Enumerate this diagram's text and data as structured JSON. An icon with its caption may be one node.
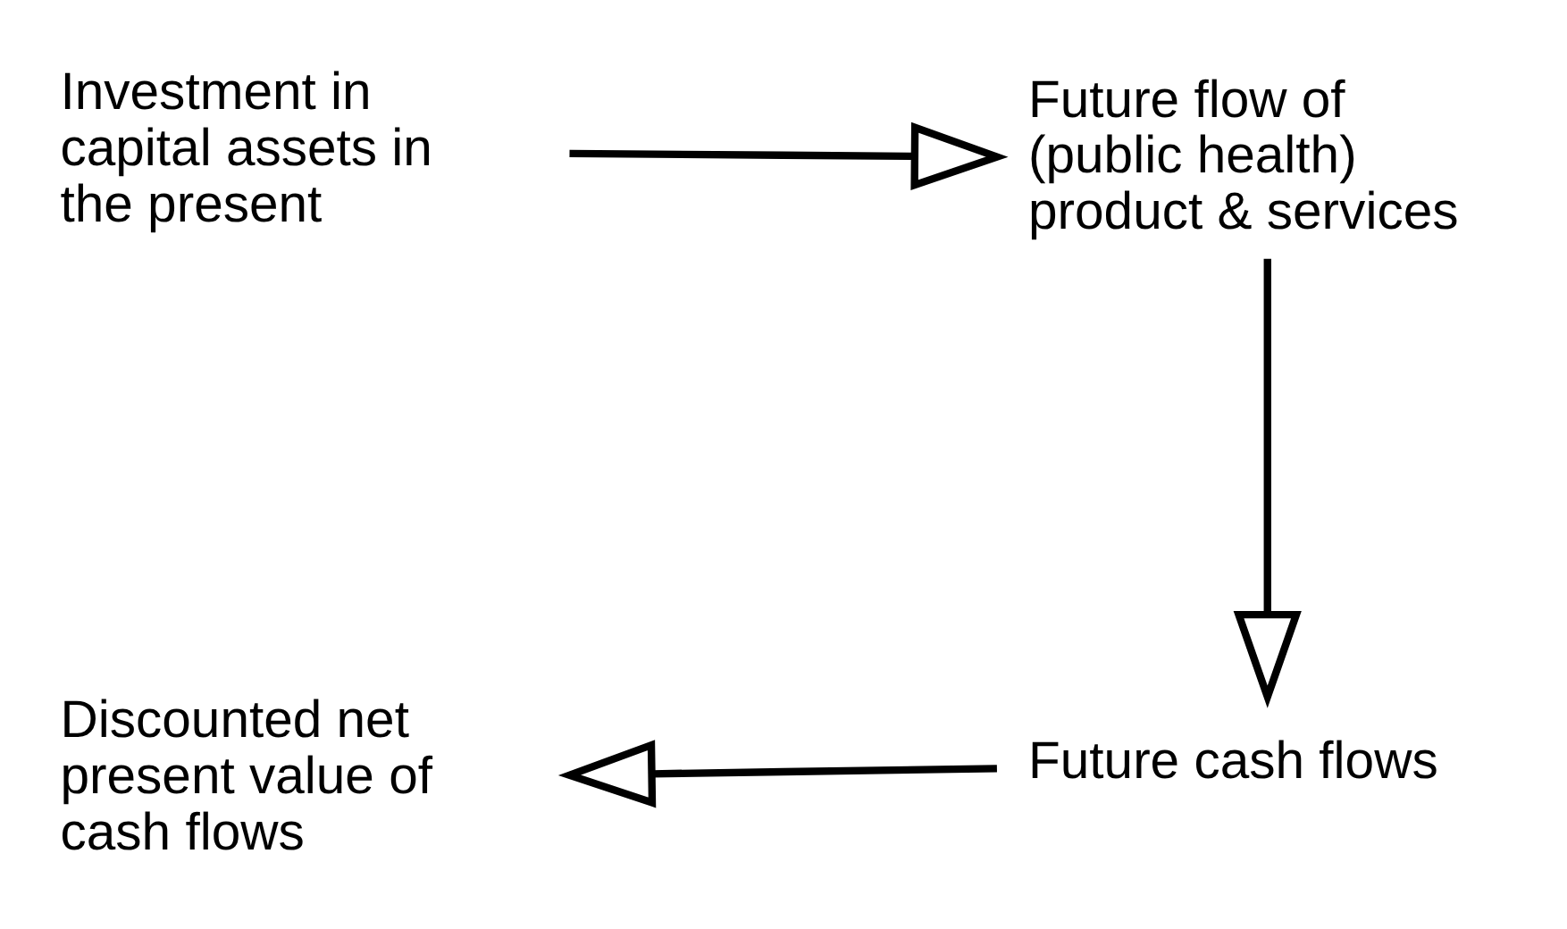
{
  "diagram": {
    "nodes": [
      {
        "text": [
          "Investment in capital assets in the present"
        ]
      },
      {
        "text": [
          "Future flow of (public health) product & services"
        ]
      },
      {
        "text": [
          "Future cash flows"
        ]
      },
      {
        "text": [
          "Discounted net present value of cash flows"
        ]
      }
    ],
    "edges": [
      {
        "from": 0,
        "to": 1,
        "arrow": "to"
      },
      {
        "from": 1,
        "to": 2,
        "arrow": "to"
      },
      {
        "from": 2,
        "to": 3,
        "arrow": "to"
      }
    ]
  }
}
